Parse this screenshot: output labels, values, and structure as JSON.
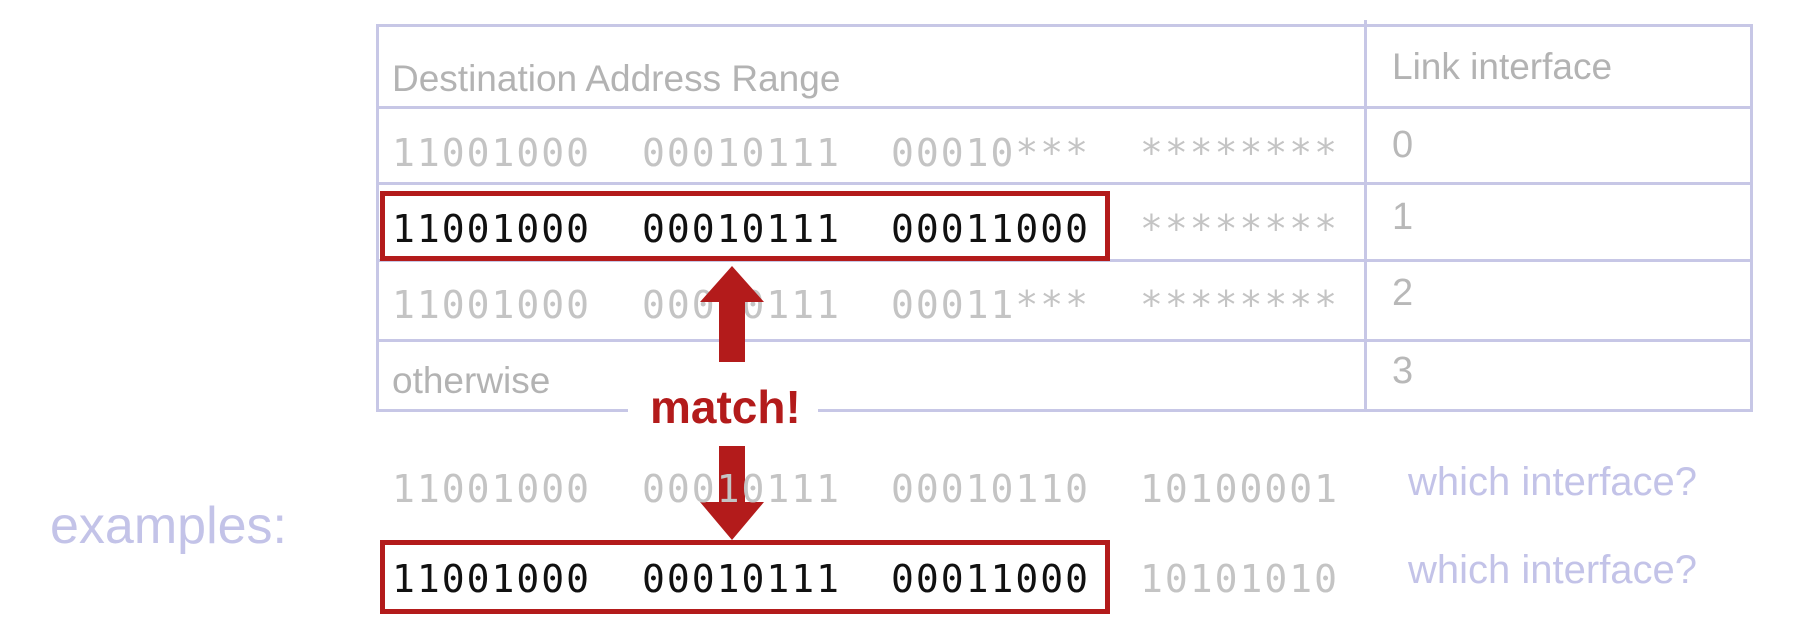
{
  "table": {
    "header": {
      "range": "Destination Address Range",
      "iface": "Link interface"
    },
    "rows": [
      {
        "bytes": [
          "11001000",
          "00010111",
          "00010***",
          "********"
        ],
        "iface": "0"
      },
      {
        "bytes": [
          "11001000",
          "00010111",
          "00011000",
          "********"
        ],
        "iface": "1"
      },
      {
        "bytes": [
          "11001000",
          "00010111",
          "00011***",
          "********"
        ],
        "iface": "2"
      }
    ],
    "otherwise": {
      "label": "otherwise",
      "iface": "3"
    }
  },
  "annotation": {
    "match": "match!",
    "color": "#b31b1b"
  },
  "examples": {
    "label": "examples:",
    "items": [
      {
        "bytes": [
          "11001000",
          "00010111",
          "00010110",
          "10100001"
        ],
        "question": "which interface?"
      },
      {
        "bytes": [
          "11001000",
          "00010111",
          "00011000",
          "10101010"
        ],
        "question": "which interface?"
      }
    ]
  }
}
